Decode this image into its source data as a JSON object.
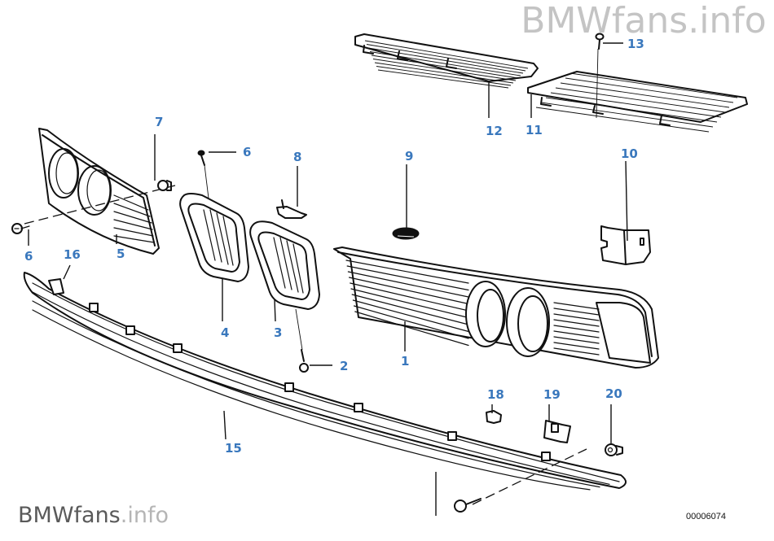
{
  "diagram": {
    "title_logo": {
      "brand": "BMWfans",
      "suffix": ".info"
    },
    "watermark": {
      "brand": "BMWfans",
      "suffix": ".info"
    },
    "drawing_number": "00006074",
    "label_color": "#3a78bd",
    "callouts": {
      "c1": "1",
      "c2": "2",
      "c3": "3",
      "c4": "4",
      "c5": "5",
      "c6a": "6",
      "c6b": "6",
      "c7": "7",
      "c8": "8",
      "c9": "9",
      "c10": "10",
      "c11": "11",
      "c12": "12",
      "c13": "13",
      "c15": "15",
      "c16": "16",
      "c18": "18",
      "c19": "19",
      "c20": "20"
    }
  }
}
